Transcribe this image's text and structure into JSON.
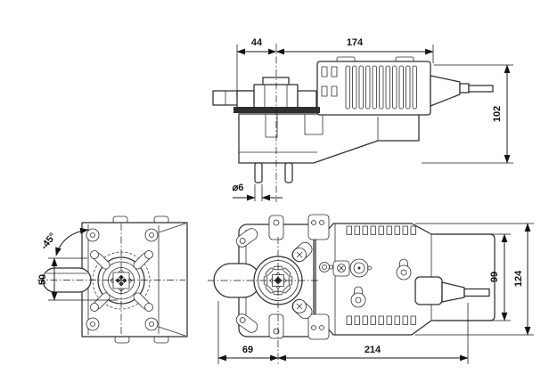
{
  "dims": {
    "d44": "44",
    "d174": "174",
    "d102": "102",
    "dia6": "⌀6",
    "angle": "-45°",
    "d50": "50",
    "d69": "69",
    "d214": "214",
    "d99": "99",
    "d124": "124"
  },
  "colors": {
    "line": "#2e2e2e",
    "dim": "#141414",
    "dark": "#2f2f2f",
    "bg": "#ffffff"
  }
}
